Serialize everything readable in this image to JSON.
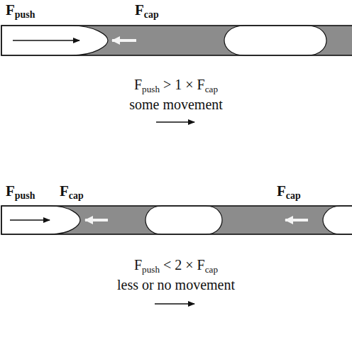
{
  "diagram": {
    "labels": [
      "Fpush",
      "Fcap",
      "Fpush > 1 × Fcap",
      "some movement",
      "Fpush",
      "Fcap",
      "Fcap",
      "Fpush < 2 × Fcap",
      "less or no movement"
    ]
  }
}
